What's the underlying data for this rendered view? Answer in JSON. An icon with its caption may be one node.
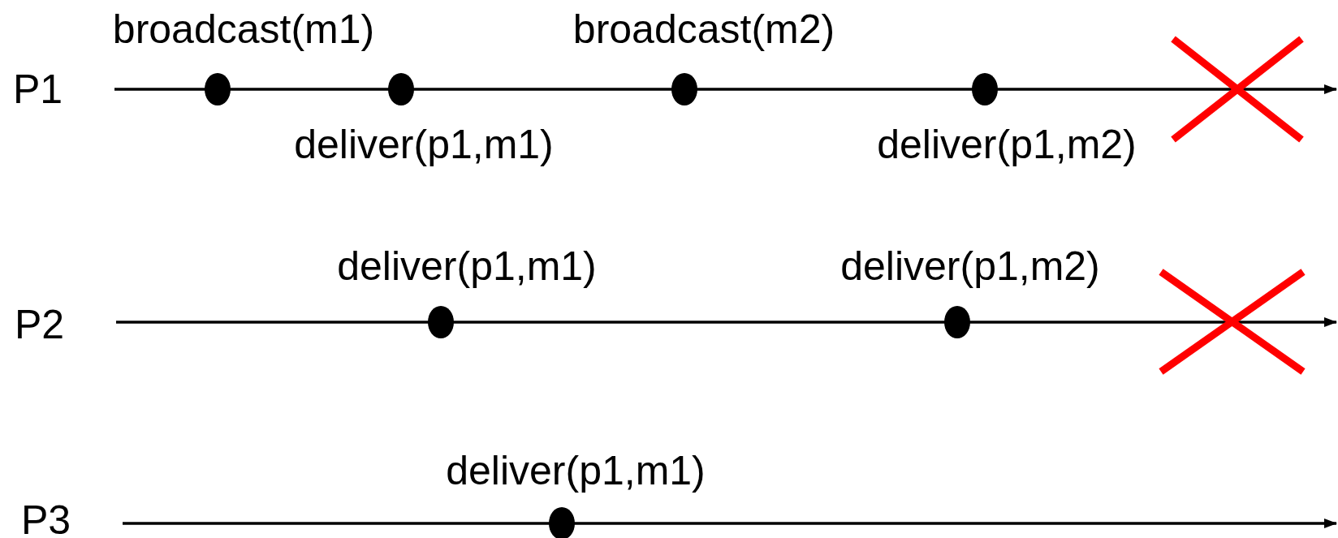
{
  "diagram": {
    "nodes": [
      {
        "text": [
          "P1"
        ]
      },
      {
        "text": [
          "P2"
        ]
      },
      {
        "text": [
          "P3"
        ]
      },
      {
        "text": [],
        "shape": "circle",
        "beside": [
          "broadcast(m1)"
        ]
      },
      {
        "text": [],
        "shape": "circle",
        "beside": [
          "deliver(p1,m1)"
        ]
      },
      {
        "text": [],
        "shape": "circle",
        "beside": [
          "broadcast(m2)"
        ]
      },
      {
        "text": [],
        "shape": "circle",
        "beside": [
          "deliver(p1,m2)"
        ]
      },
      {
        "text": [],
        "shape": "circle",
        "beside": [
          "deliver(p1,m1)"
        ]
      },
      {
        "text": [],
        "shape": "circle",
        "beside": [
          "deliver(p1,m2)"
        ]
      },
      {
        "text": [],
        "shape": "circle",
        "beside": [
          "deliver(p1,m1)"
        ]
      }
    ],
    "edges": [
      {
        "from": 0,
        "to": null,
        "arrow": "to"
      },
      {
        "from": 1,
        "to": null,
        "arrow": "to"
      },
      {
        "from": 2,
        "to": null,
        "arrow": "to"
      }
    ]
  }
}
